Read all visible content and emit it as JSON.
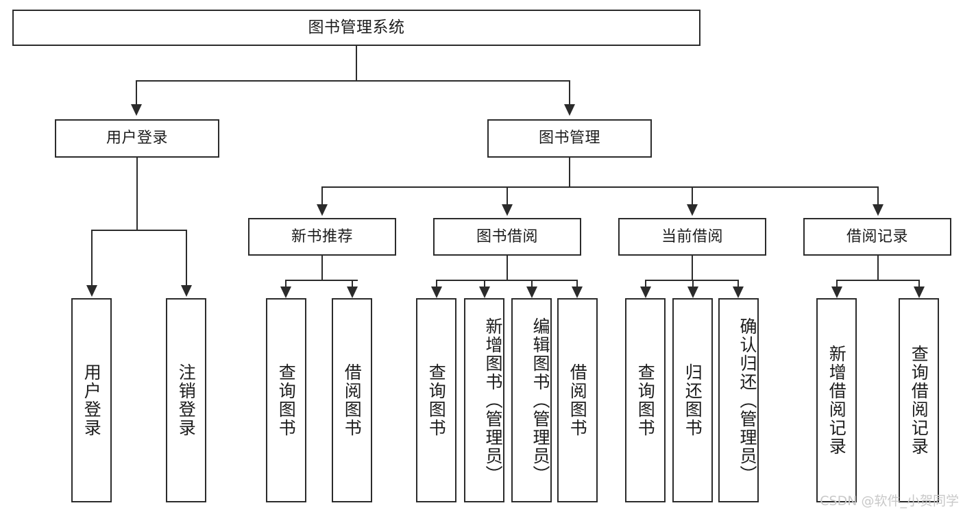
{
  "diagram": {
    "type": "tree",
    "title": "图书管理系统",
    "root": {
      "label": "图书管理系统"
    },
    "level2": [
      {
        "label": "用户登录"
      },
      {
        "label": "图书管理"
      }
    ],
    "level3": [
      {
        "label": "新书推荐"
      },
      {
        "label": "图书借阅"
      },
      {
        "label": "当前借阅"
      },
      {
        "label": "借阅记录"
      }
    ],
    "leaves": [
      {
        "label": "用户登录",
        "parent": "用户登录"
      },
      {
        "label": "注销登录",
        "parent": "用户登录"
      },
      {
        "label": "查询图书",
        "parent": "新书推荐"
      },
      {
        "label": "借阅图书",
        "parent": "新书推荐"
      },
      {
        "label": "查询图书",
        "parent": "图书借阅"
      },
      {
        "label": "新增图书（管理员）",
        "parent": "图书借阅"
      },
      {
        "label": "编辑图书（管理员）",
        "parent": "图书借阅"
      },
      {
        "label": "借阅图书",
        "parent": "图书借阅"
      },
      {
        "label": "查询图书",
        "parent": "当前借阅"
      },
      {
        "label": "归还图书",
        "parent": "当前借阅"
      },
      {
        "label": "确认归还（管理员）",
        "parent": "当前借阅"
      },
      {
        "label": "新增借阅记录",
        "parent": "借阅记录"
      },
      {
        "label": "查询借阅记录",
        "parent": "借阅记录"
      }
    ]
  },
  "watermark": {
    "text": "CSDN @软件_小贺同学"
  },
  "colors": {
    "stroke": "#2b2b2b",
    "fill": "#ffffff",
    "text": "#1c1c1c",
    "watermark": "#c9c9c9"
  }
}
